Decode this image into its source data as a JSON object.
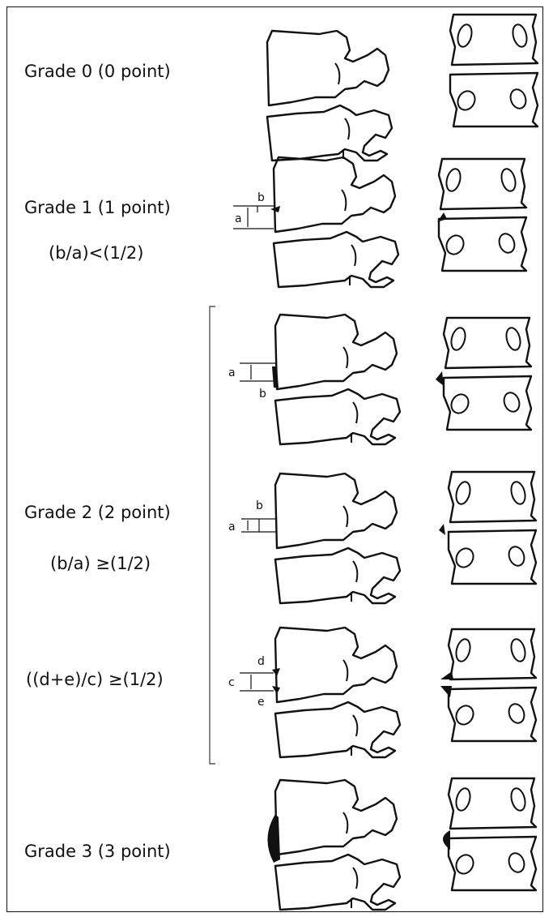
{
  "grades": [
    {
      "title": "Grade 0 (0 point)",
      "criteria": []
    },
    {
      "title": "Grade 1 (1 point)",
      "criteria": [
        "(b/a)<(1/2)"
      ]
    },
    {
      "title": "Grade 2 (2 point)",
      "criteria": [
        "(b/a) ≥(1/2)",
        "((d+e)/c) ≥(1/2)"
      ]
    },
    {
      "title": "Grade 3 (3 point)",
      "criteria": []
    }
  ],
  "annotations": {
    "grade1": {
      "a": "a",
      "b": "b"
    },
    "grade2a": {
      "a": "a",
      "b": "b"
    },
    "grade2b": {
      "a": "a",
      "b": "b"
    },
    "grade2c": {
      "c": "c",
      "d": "d",
      "e": "e"
    }
  }
}
